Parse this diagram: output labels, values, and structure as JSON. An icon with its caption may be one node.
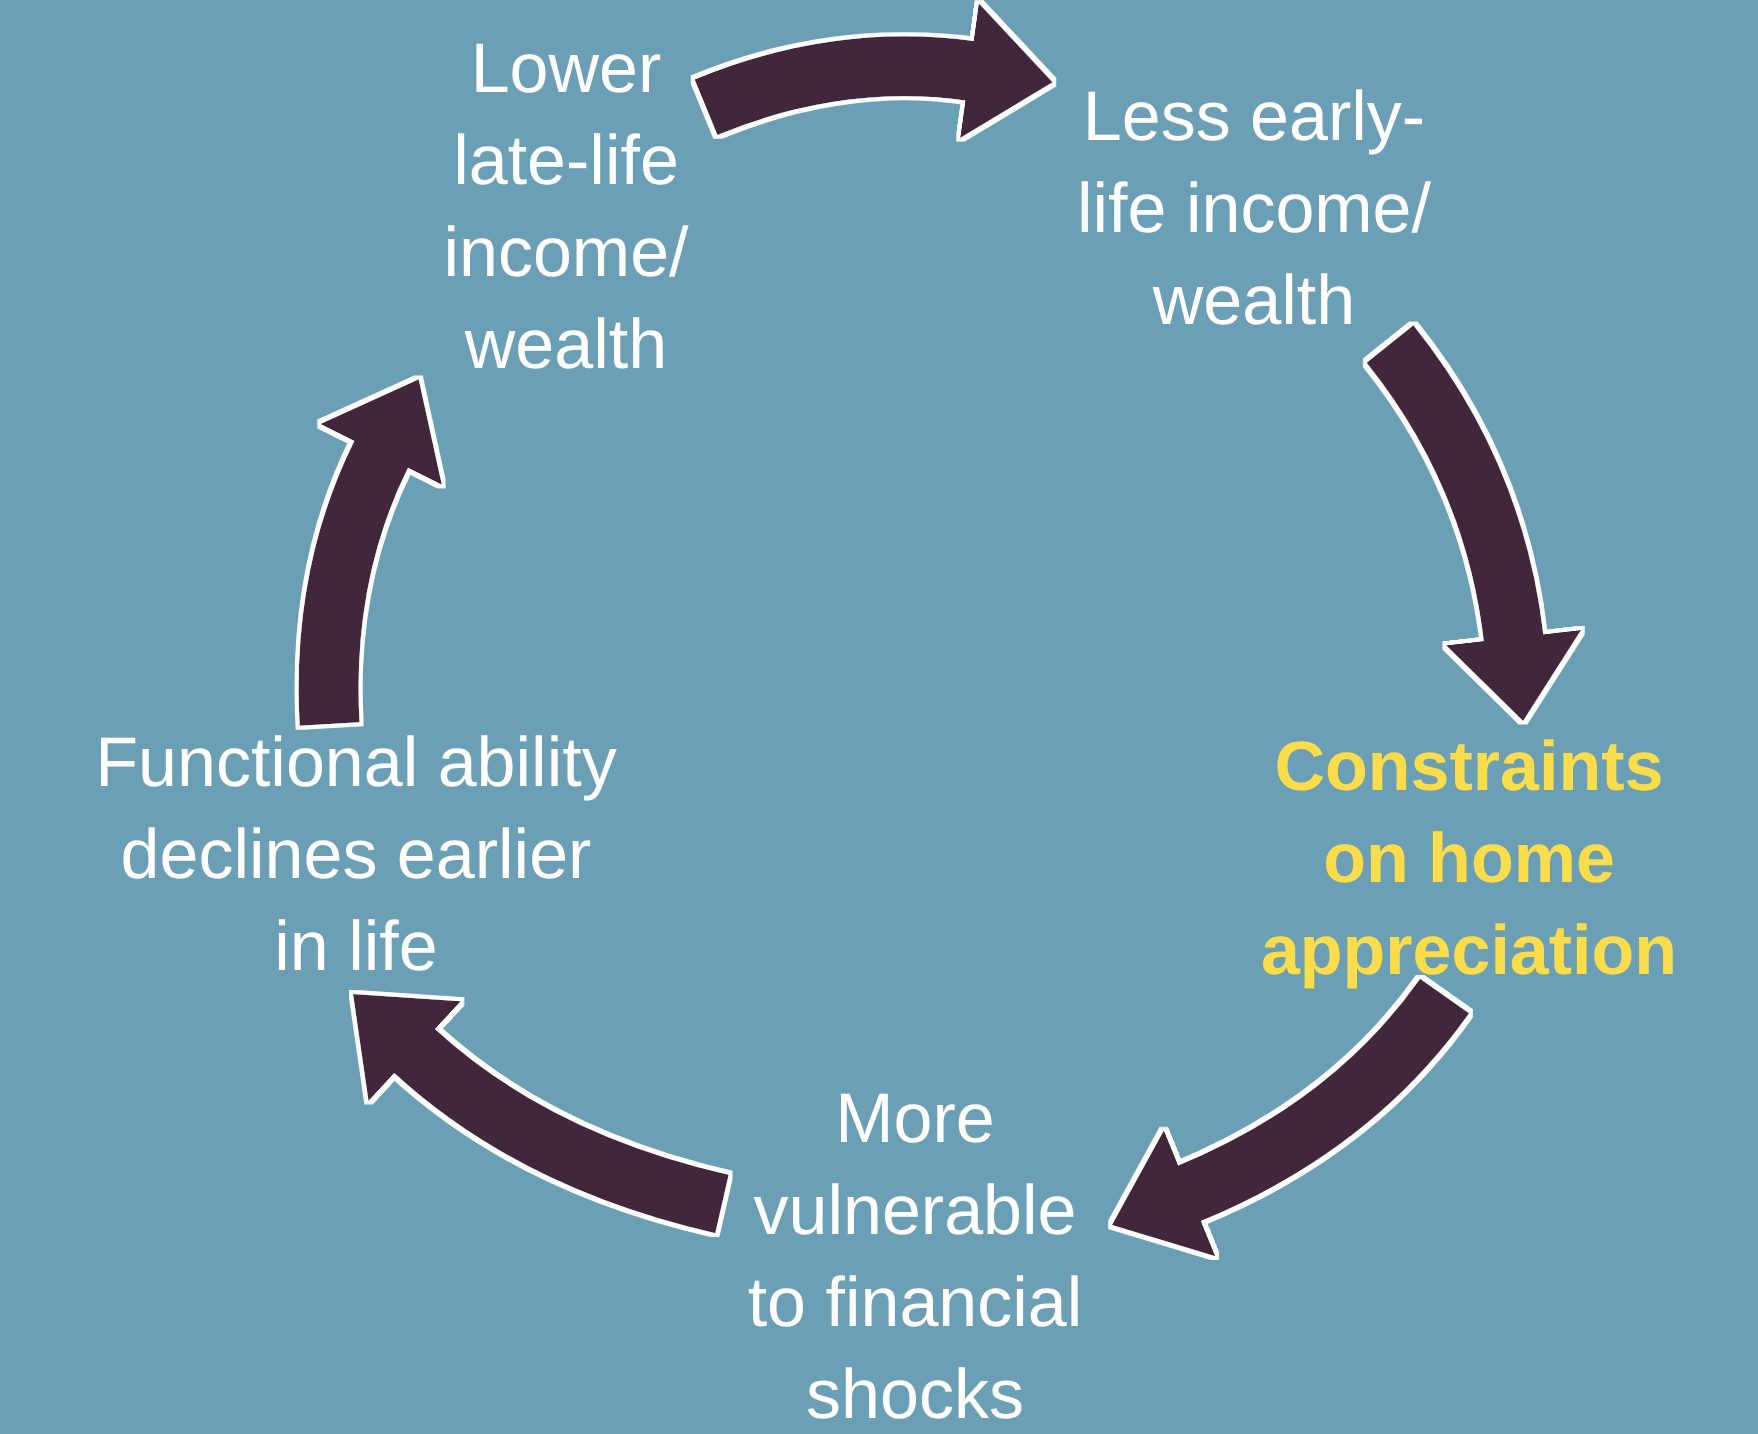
{
  "diagram": {
    "nodes": [
      {
        "text": [
          "Lower late-life income/ wealth"
        ]
      },
      {
        "text": [
          "Less early-life income/ wealth"
        ]
      },
      {
        "text": [
          "Constraints on home appreciation"
        ]
      },
      {
        "text": [
          "More vulnerable to financial shocks"
        ]
      },
      {
        "text": [
          "Functional ability declines earlier in life"
        ]
      }
    ],
    "edges": [
      {
        "from": 0,
        "to": 1,
        "arrow": "to"
      },
      {
        "from": 1,
        "to": 2,
        "arrow": "to"
      },
      {
        "from": 2,
        "to": 3,
        "arrow": "to"
      },
      {
        "from": 3,
        "to": 4,
        "arrow": "to"
      },
      {
        "from": 4,
        "to": 0,
        "arrow": "to"
      }
    ]
  }
}
